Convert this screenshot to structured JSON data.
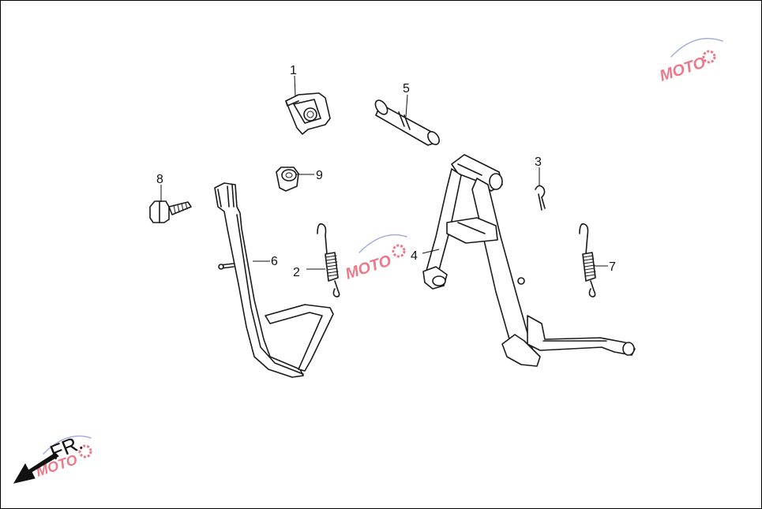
{
  "callouts": {
    "p1": "1",
    "p2": "2",
    "p3": "3",
    "p4": "4",
    "p5": "5",
    "p6": "6",
    "p7": "7",
    "p8": "8",
    "p9": "9"
  },
  "direction": {
    "label": "FR."
  },
  "watermark": {
    "text": "MOTO",
    "color": "#e8576b",
    "accent": "#6b7fc6"
  }
}
